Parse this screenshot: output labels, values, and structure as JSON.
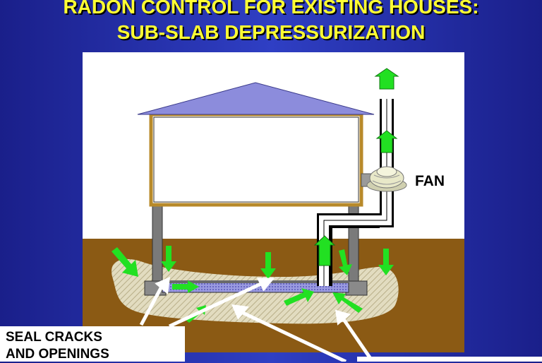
{
  "title": {
    "line1": "RADON CONTROL FOR EXISTING HOUSES:",
    "line2": "SUB-SLAB DEPRESSURIZATION"
  },
  "labels": {
    "fan": "FAN",
    "seal_line1": "SEAL CRACKS",
    "seal_line2": "AND OPENINGS"
  },
  "colors": {
    "background": "#2633b0",
    "title": "#ffff33",
    "roof": "#8c8cdc",
    "soil": "#8b5a14",
    "gravel": "#d8cfb0",
    "arrow_green": "#22e022",
    "wall_gray": "#7a7a7a",
    "slab_pattern": "#7070d0",
    "fan": "#e8e8c8"
  },
  "icons": {
    "fan": "fan-icon",
    "airflow": "arrow-icon"
  }
}
